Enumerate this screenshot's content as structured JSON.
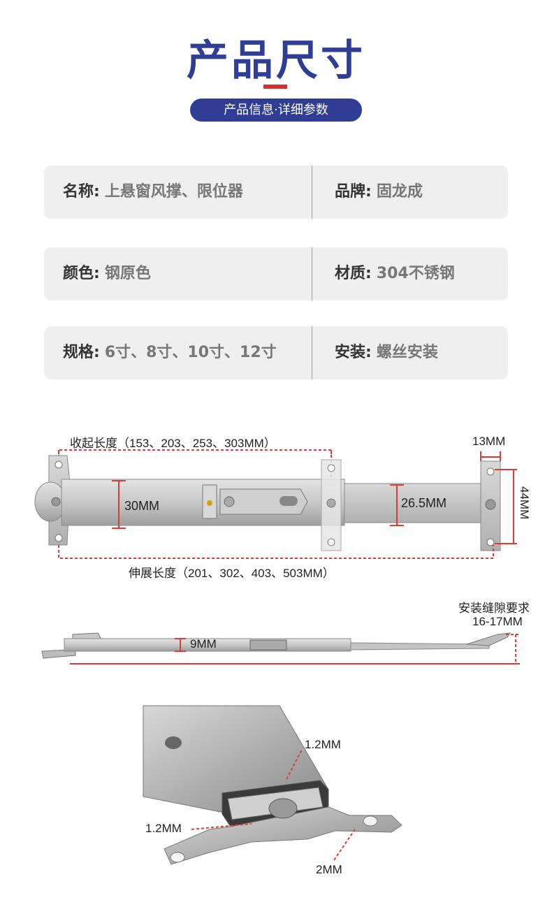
{
  "header": {
    "title": "产品尺寸",
    "subtitle": "产品信息·详细参数"
  },
  "specs": [
    {
      "left_label": "名称:",
      "left_value": "上悬窗风撑、限位器",
      "right_label": "品牌:",
      "right_value": "固龙成"
    },
    {
      "left_label": "颜色:",
      "left_value": "钢原色",
      "right_label": "材质:",
      "right_value": "304不锈钢"
    },
    {
      "left_label": "规格:",
      "left_value": "6寸、8寸、10寸、12寸",
      "right_label": "安装:",
      "right_value": "螺丝安装"
    }
  ],
  "top_view": {
    "closed_length": "收起长度（153、203、253、303MM）",
    "extended_length": "伸展长度（201、302、403、503MM）",
    "width_main": "30MM",
    "width_slider": "26.5MM",
    "foot_width": "13MM",
    "total_height": "44MM"
  },
  "side_view": {
    "gap_requirement": "安装缝隙要求",
    "gap_value": "16-17MM",
    "thickness": "9MM"
  },
  "detail_view": {
    "wall_top": "1.2MM",
    "wall_left": "1.2MM",
    "plate": "2MM"
  },
  "colors": {
    "brand_blue": "#2f3d95",
    "accent_red": "#d32f2f",
    "dimension_line": "#e53935"
  }
}
